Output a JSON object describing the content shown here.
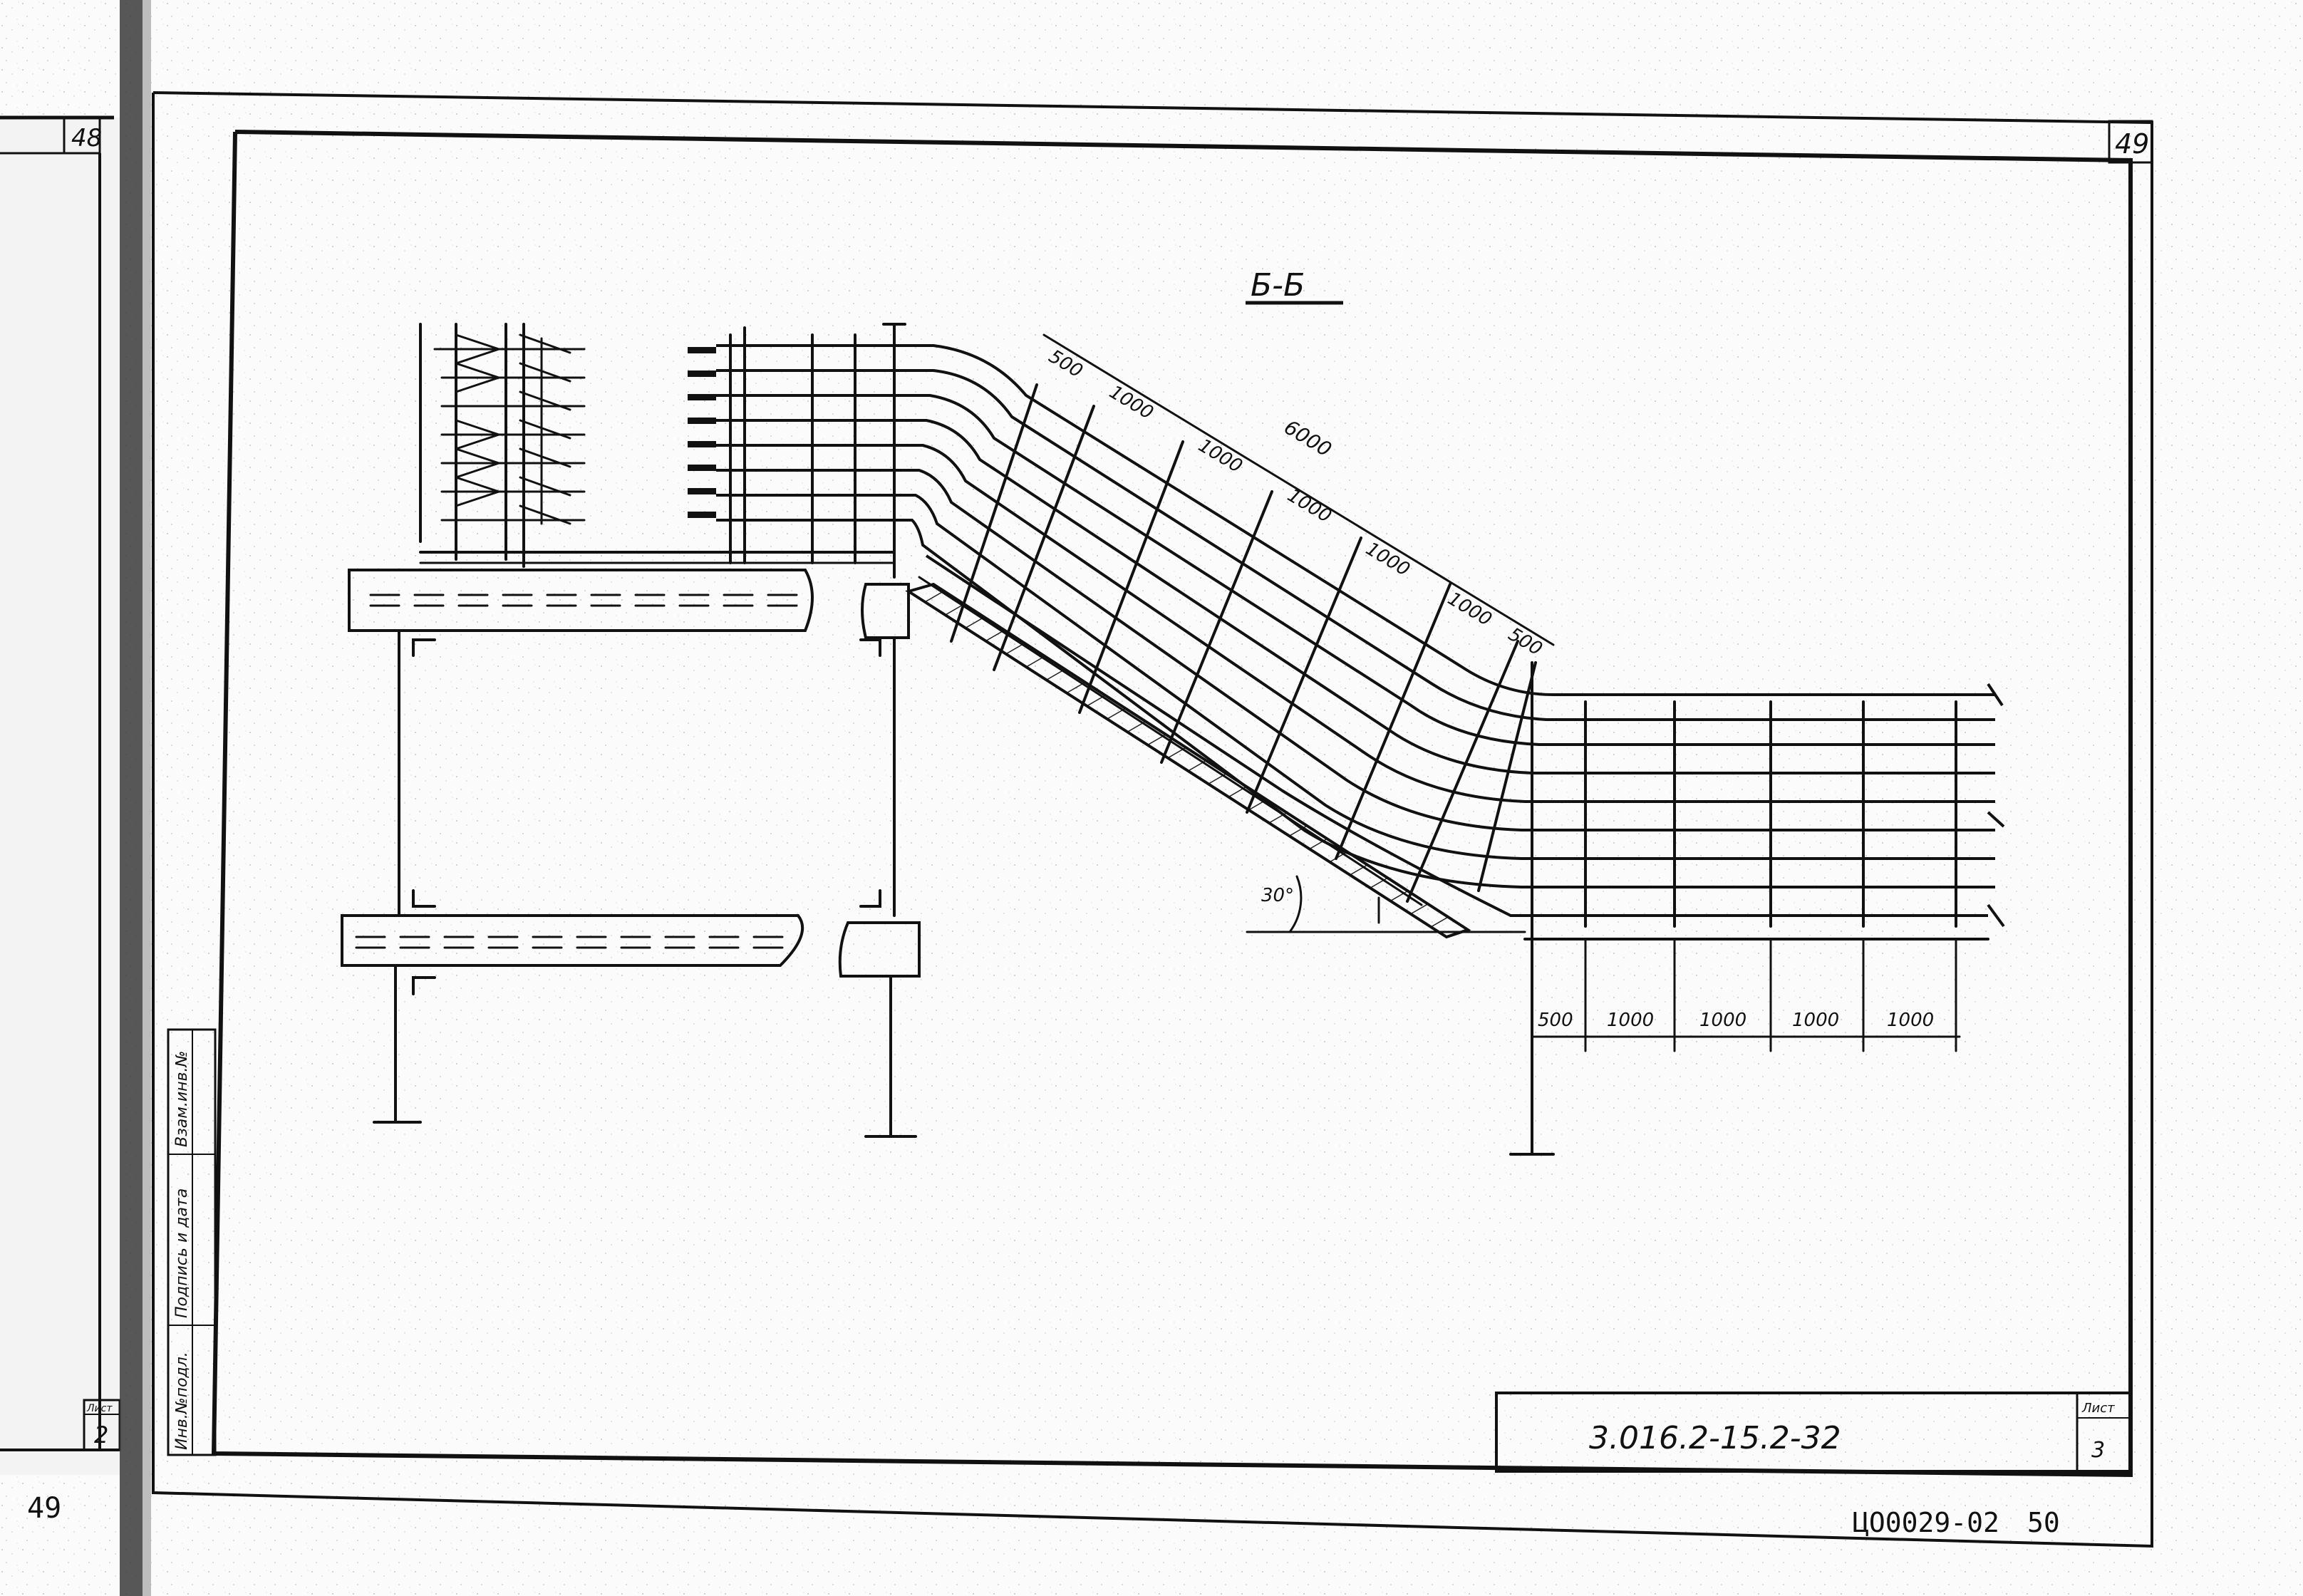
{
  "prev_sheet": {
    "page_number_top": "48",
    "page_number_bottom": "49",
    "sheet_label": "Лист",
    "sheet_number": "2"
  },
  "sheet": {
    "page_number_top": "49",
    "section_title": "Б-Б",
    "angle_label": "30°",
    "slope_dimensions": [
      "500",
      "1000",
      "1000",
      "6000",
      "1000",
      "1000",
      "1000",
      "500"
    ],
    "bottom_dimensions": [
      "500",
      "1000",
      "1000",
      "1000",
      "1000"
    ],
    "side_stamp": [
      "Инв.№подл.",
      "Подпись и дата",
      "Взам.инв.№"
    ],
    "drawing_code": "3.016.2-15.2-32",
    "sheet_label": "Лист",
    "sheet_number": "3",
    "archive_number": "ЦО0029-02",
    "page_number_bottom": "50"
  }
}
